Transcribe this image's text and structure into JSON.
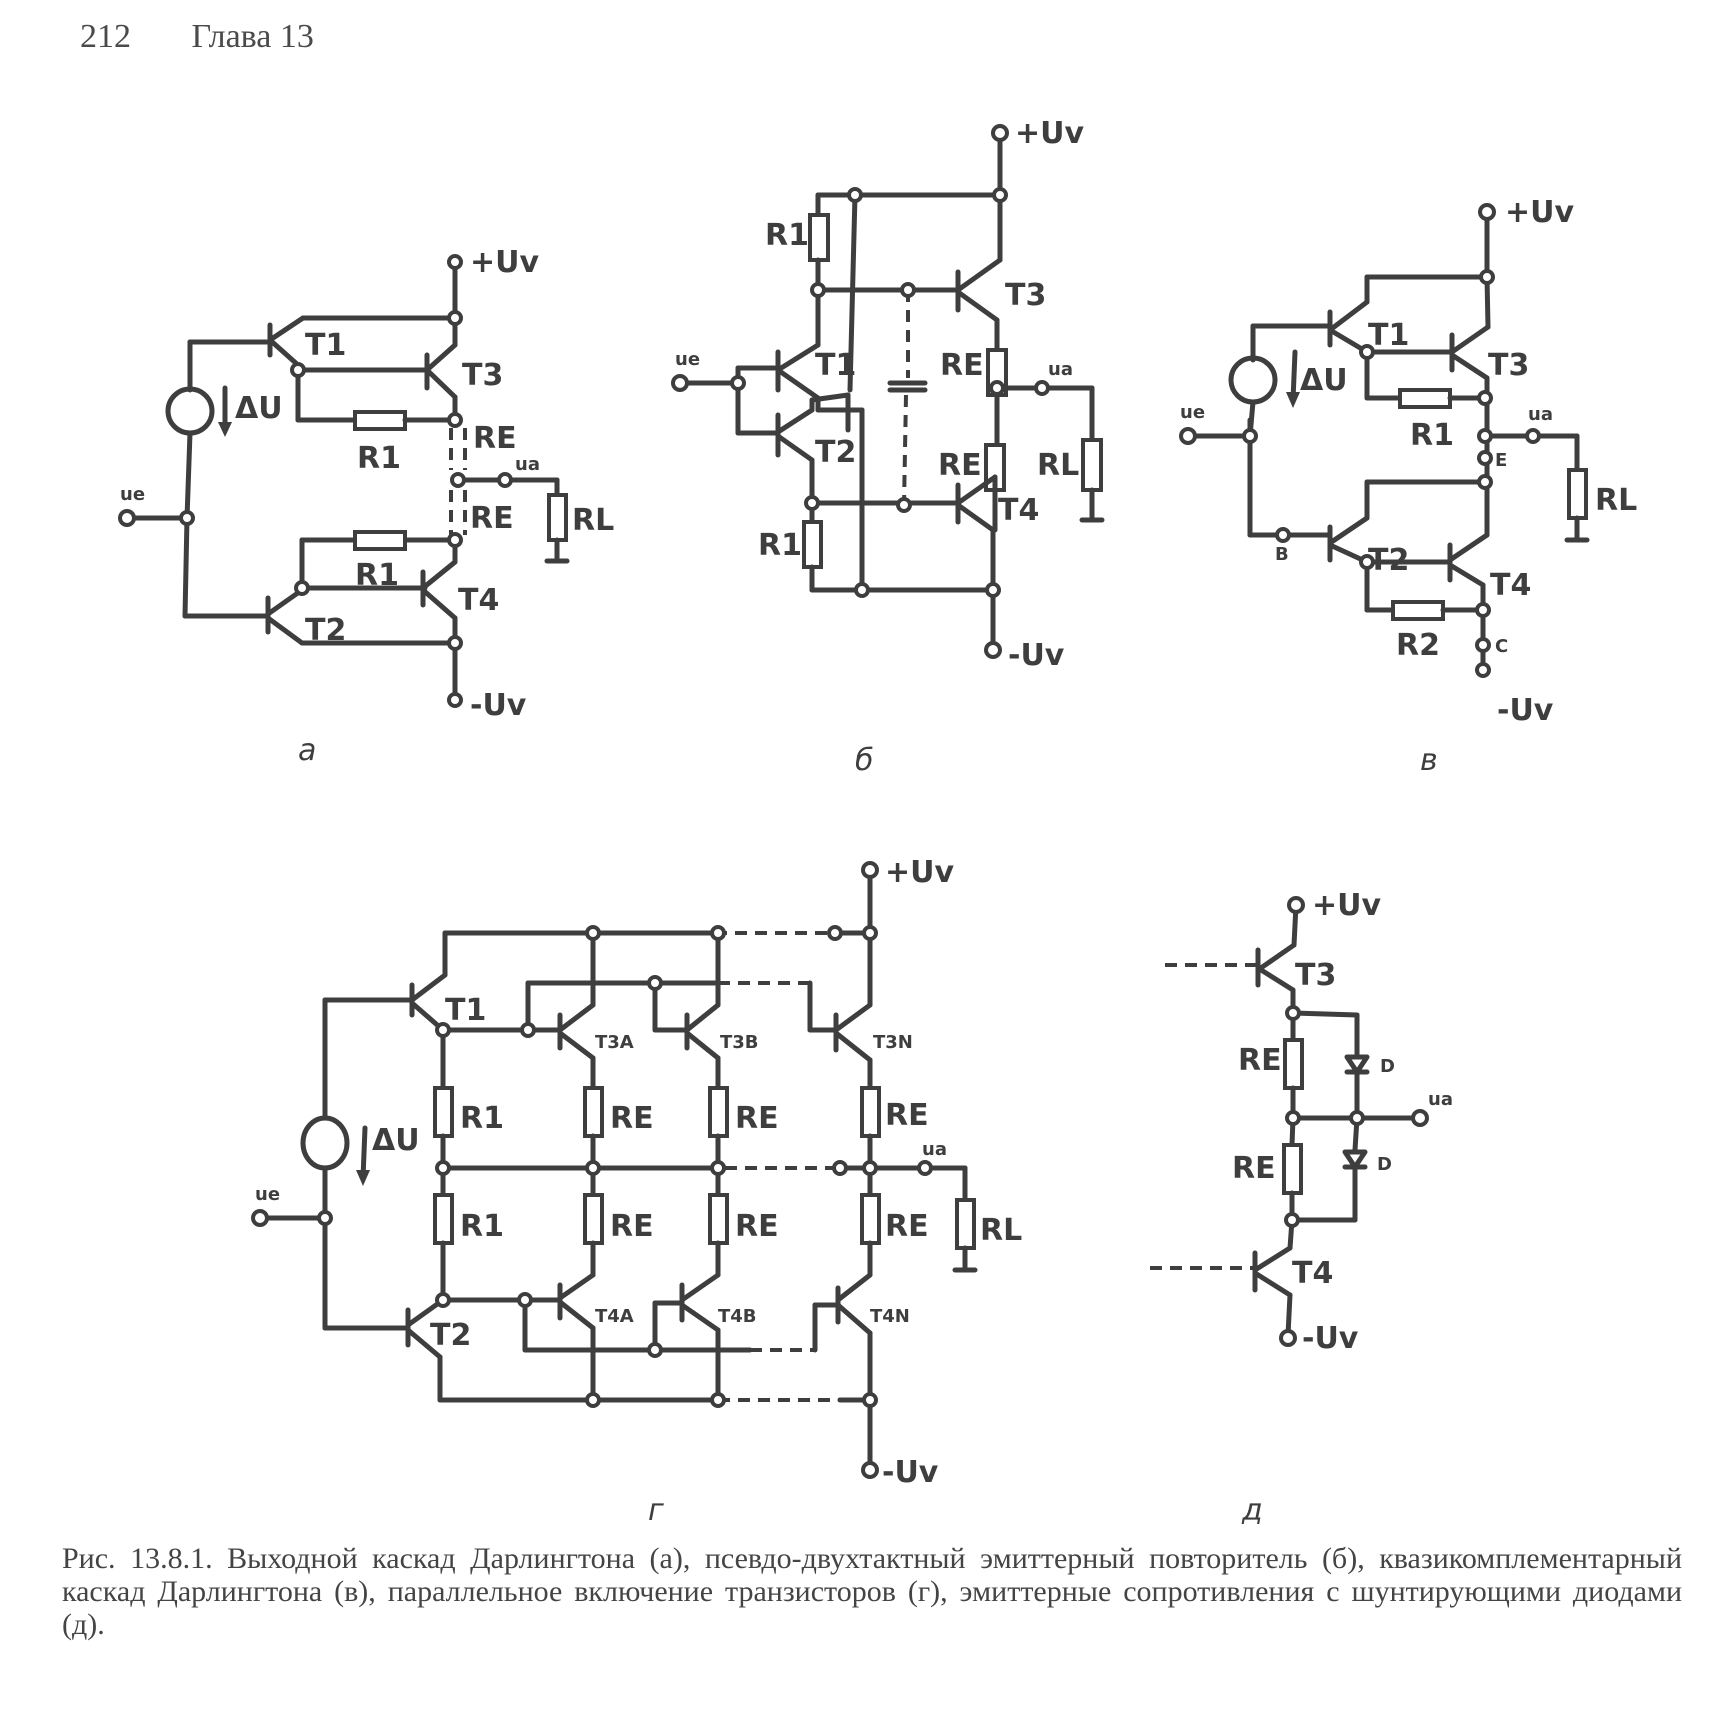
{
  "header": {
    "page_number": "212",
    "chapter": "Глава 13"
  },
  "figures": {
    "a": {
      "sublabel": "а",
      "plus_supply": "+Uv",
      "minus_supply": "-Uv",
      "input": "ue",
      "output": "ua",
      "delta_u": "ΔU",
      "transistors": [
        "T1",
        "T2",
        "T3",
        "T4"
      ],
      "resistors": [
        "R1",
        "R1",
        "RE",
        "RE",
        "RL"
      ]
    },
    "b": {
      "sublabel": "б",
      "plus_supply": "+Uv",
      "minus_supply": "-Uv",
      "input": "ue",
      "output": "ua",
      "transistors": [
        "T1",
        "T2",
        "T3",
        "T4"
      ],
      "resistors": [
        "R1",
        "R1",
        "RE",
        "RE",
        "RL"
      ]
    },
    "v": {
      "sublabel": "в",
      "plus_supply": "+Uv",
      "minus_supply": "-Uv",
      "input": "ue",
      "output": "ua",
      "delta_u": "ΔU",
      "terminals": [
        "E",
        "B",
        "C"
      ],
      "transistors": [
        "T1",
        "T2",
        "T3",
        "T4"
      ],
      "resistors": [
        "R1",
        "R2",
        "RL"
      ]
    },
    "g": {
      "sublabel": "г",
      "plus_supply": "+Uv",
      "minus_supply": "-Uv",
      "input": "ue",
      "output": "ua",
      "delta_u": "ΔU",
      "transistors": [
        "T1",
        "T2",
        "T3A",
        "T3B",
        "T3N",
        "T4A",
        "T4B",
        "T4N"
      ],
      "resistors": [
        "R1",
        "R1",
        "RE",
        "RE",
        "RE",
        "RE",
        "RE",
        "RE",
        "RL"
      ]
    },
    "d": {
      "sublabel": "д",
      "plus_supply": "+Uv",
      "minus_supply": "-Uv",
      "output": "ua",
      "transistors": [
        "T3",
        "T4"
      ],
      "resistors": [
        "RE",
        "RE"
      ],
      "diodes": [
        "D",
        "D"
      ]
    }
  },
  "caption": {
    "prefix": "Рис. 13.8.1.",
    "text": "Выходной каскад Дарлингтона (а), псевдо-двухтактный эмиттерный повторитель (б), квазикомплементарный каскад Дарлингтона (в), параллельное включение транзисторов (г), эмиттерные сопротивления с шунтирующими диодами (д)."
  }
}
